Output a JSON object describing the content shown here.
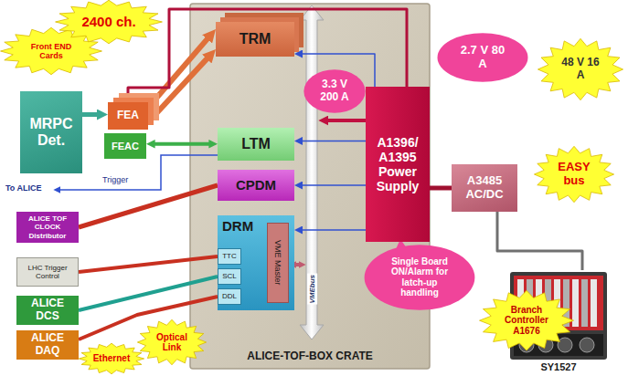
{
  "diagram": {
    "nodes": [
      {
        "text": [
          "2400 ch."
        ]
      },
      {
        "text": [
          "Front END Cards"
        ]
      },
      {
        "text": [
          "MRPC Det."
        ]
      },
      {
        "text": [
          "FEA"
        ]
      },
      {
        "text": [
          "FEAC"
        ]
      },
      {
        "text": [
          "ALICE-TOF-BOX CRATE"
        ]
      },
      {
        "text": [
          "TRM"
        ],
        "in": 5
      },
      {
        "text": [
          "LTM"
        ],
        "in": 5
      },
      {
        "text": [
          "CPDM"
        ],
        "in": 5
      },
      {
        "text": [
          "DRM"
        ],
        "in": 5
      },
      {
        "text": [
          "TTC"
        ],
        "in": 9
      },
      {
        "text": [
          "SCL"
        ],
        "in": 9
      },
      {
        "text": [
          "DDL"
        ],
        "in": 9
      },
      {
        "text": [
          "VME Master"
        ],
        "in": 9
      },
      {
        "text": [
          "A1396/ A1395 Power Supply"
        ],
        "in": 5
      },
      {
        "text": [
          "2.7 V 80 A"
        ]
      },
      {
        "text": [
          "3.3 V 200 A"
        ]
      },
      {
        "text": [
          "48 V 16 A"
        ]
      },
      {
        "text": [
          "A3485 AC/DC"
        ]
      },
      {
        "text": [
          "EASY bus"
        ]
      },
      {
        "text": [
          "Single Board ON/Alarm for latch-up handling"
        ]
      },
      {
        "text": [
          "Branch Controller A1676"
        ]
      },
      {
        "text": [
          "ALICE TOF CLOCK Distributor"
        ]
      },
      {
        "text": [
          "LHC Trigger Control"
        ]
      },
      {
        "text": [
          "ALICE DCS"
        ]
      },
      {
        "text": [
          "ALICE DAQ"
        ]
      },
      {
        "text": [
          "Ethernet"
        ]
      },
      {
        "text": [
          "Optical Link"
        ]
      },
      {
        "text": [
          "SY1527"
        ]
      }
    ],
    "edges": [
      {
        "from": 2,
        "to": 3,
        "arrow": "to"
      },
      {
        "from": 3,
        "to": 6,
        "arrow": "to"
      },
      {
        "from": 3,
        "to": 6,
        "arrow": "to"
      },
      {
        "from": 4,
        "to": 7,
        "arrow": "both"
      },
      {
        "from": 14,
        "to": 3,
        "arrow": "none"
      },
      {
        "from": 14,
        "to": 6,
        "arrow": "to"
      },
      {
        "from": 14,
        "to": 7,
        "arrow": "to"
      },
      {
        "from": 14,
        "to": 8,
        "arrow": "to"
      },
      {
        "from": 14,
        "to": 9,
        "arrow": "to"
      },
      {
        "from": 18,
        "to": 14,
        "arrow": "none"
      },
      {
        "from": 18,
        "to": 28,
        "arrow": "none"
      },
      {
        "from": 22,
        "to": 8,
        "arrow": "none"
      },
      {
        "from": 23,
        "to": 10,
        "arrow": "none"
      },
      {
        "from": 24,
        "to": 11,
        "arrow": "none"
      },
      {
        "from": 25,
        "to": 12,
        "arrow": "none"
      }
    ],
    "labels": [
      "To ALICE",
      "Trigger",
      "VMEbus"
    ]
  }
}
